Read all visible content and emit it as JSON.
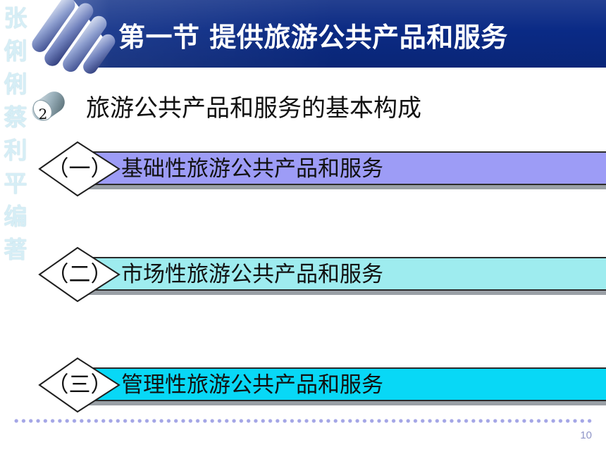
{
  "slide": {
    "title": "第一节  提供旅游公共产品和服务",
    "author_vertical": [
      "张",
      "俐",
      "俐",
      "蔡",
      "利",
      "平",
      "编",
      "著"
    ],
    "badge_number": "2",
    "heading": "旅游公共产品和服务的基本构成",
    "items": [
      {
        "marker": "（一）",
        "text": "基础性旅游公共产品和服务",
        "color": "#9d9cf6"
      },
      {
        "marker": "（二）",
        "text": "市场性旅游公共产品和服务",
        "color": "#9eecef"
      },
      {
        "marker": "（三）",
        "text": "管理性旅游公共产品和服务",
        "color": "#08d8f6"
      }
    ],
    "page_number": "10"
  },
  "colors": {
    "header": "#0b2a83",
    "author_text": "#d6eef6",
    "dot_row": "#a4a6e6"
  }
}
